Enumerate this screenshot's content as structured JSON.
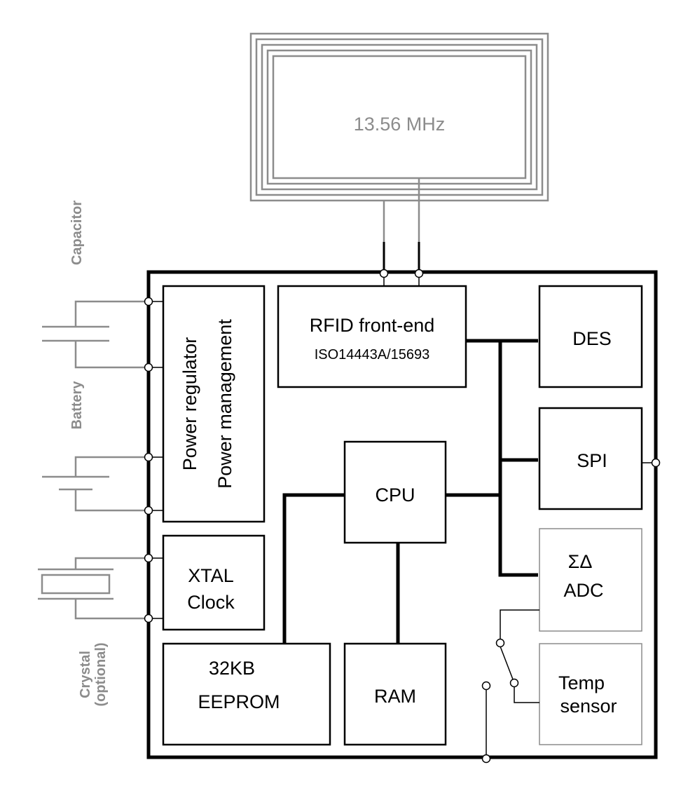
{
  "antenna": {
    "frequency": "13.56 MHz"
  },
  "blocks": {
    "rfid": {
      "line1": "RFID front-end",
      "line2": "ISO14443A/15693"
    },
    "power": {
      "line1": "Power regulator",
      "line2": "Power management"
    },
    "des": {
      "label": "DES"
    },
    "spi": {
      "label": "SPI"
    },
    "cpu": {
      "label": "CPU"
    },
    "adc": {
      "line1": "ΣΔ",
      "line2": "ADC"
    },
    "xtal": {
      "line1": "XTAL",
      "line2": "Clock"
    },
    "eeprom": {
      "line1": "32KB",
      "line2": "EEPROM"
    },
    "ram": {
      "label": "RAM"
    },
    "temp": {
      "line1": "Temp",
      "line2": "sensor"
    }
  },
  "external": {
    "capacitor": "Capacitor",
    "battery": "Battery",
    "crystal_line1": "Crystal",
    "crystal_line2": "(optional)"
  },
  "colors": {
    "external": "#8c8c8c",
    "internal": "#000000"
  }
}
